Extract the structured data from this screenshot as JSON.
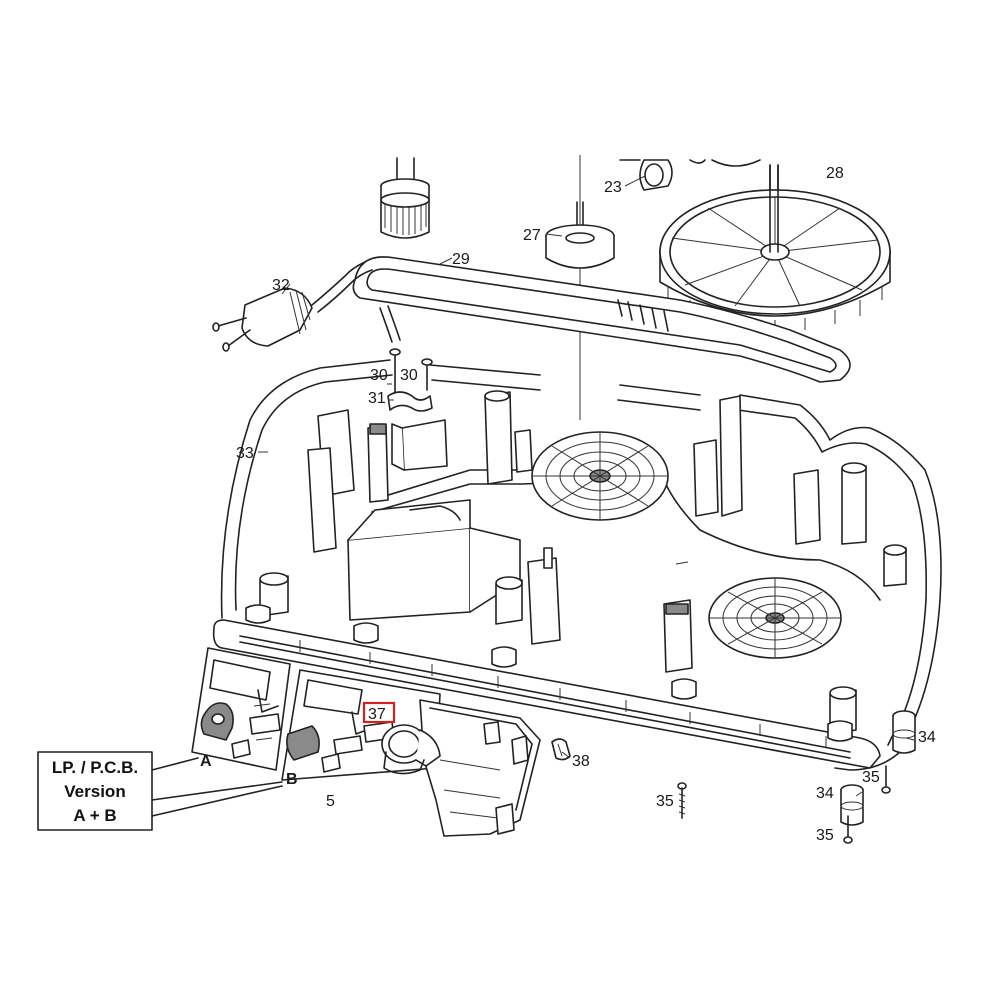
{
  "diagram": {
    "part_labels": {
      "p23": "23",
      "p27": "27",
      "p28": "28",
      "p29": "29",
      "p30a": "30",
      "p30b": "30",
      "p31": "31",
      "p32": "32",
      "p33": "33",
      "p34a": "34",
      "p34b": "34",
      "p35a": "35",
      "p35b": "35",
      "p35c": "35",
      "p37": "37",
      "p38": "38",
      "p5": "5",
      "pA": "A",
      "pB": "B"
    },
    "highlight_color": "#d42020",
    "version_box": {
      "line1": "LP. / P.C.B.",
      "line2": "Version",
      "line3": "A + B"
    }
  }
}
